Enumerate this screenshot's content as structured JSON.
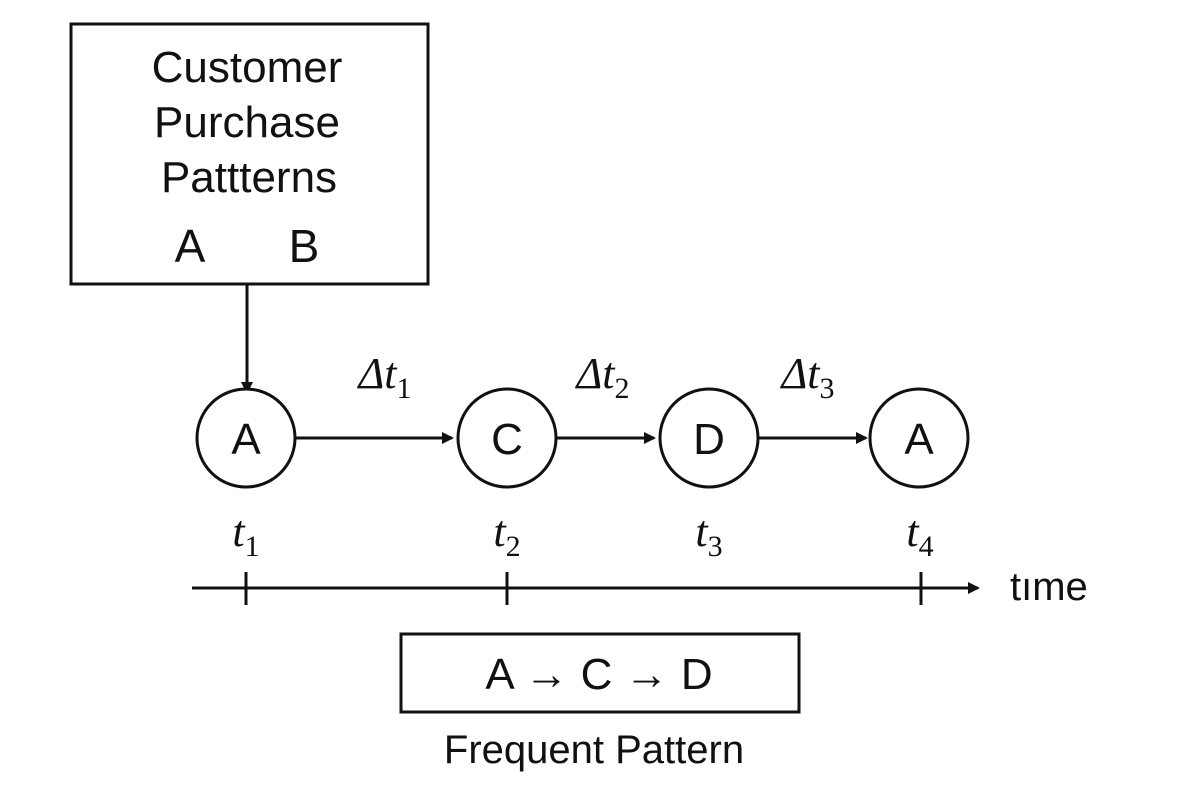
{
  "source_box": {
    "title_lines": [
      "Customer",
      "Purchase",
      "Pattterns"
    ],
    "item_a": "A",
    "item_b": "B"
  },
  "nodes": [
    {
      "label": "A"
    },
    {
      "label": "C"
    },
    {
      "label": "D"
    },
    {
      "label": "A"
    }
  ],
  "intervals": [
    {
      "symbol": "Δt",
      "sub": "1"
    },
    {
      "symbol": "Δt",
      "sub": "2"
    },
    {
      "symbol": "Δt",
      "sub": "3"
    }
  ],
  "times": [
    {
      "symbol": "t",
      "sub": "1"
    },
    {
      "symbol": "t",
      "sub": "2"
    },
    {
      "symbol": "t",
      "sub": "3"
    },
    {
      "symbol": "t",
      "sub": "4"
    }
  ],
  "axis": {
    "label": "tıme"
  },
  "pattern_box": {
    "text": "A → C → D",
    "caption": "Frequent Pattern"
  },
  "colors": {
    "stroke": "#111111",
    "background": "#ffffff"
  }
}
